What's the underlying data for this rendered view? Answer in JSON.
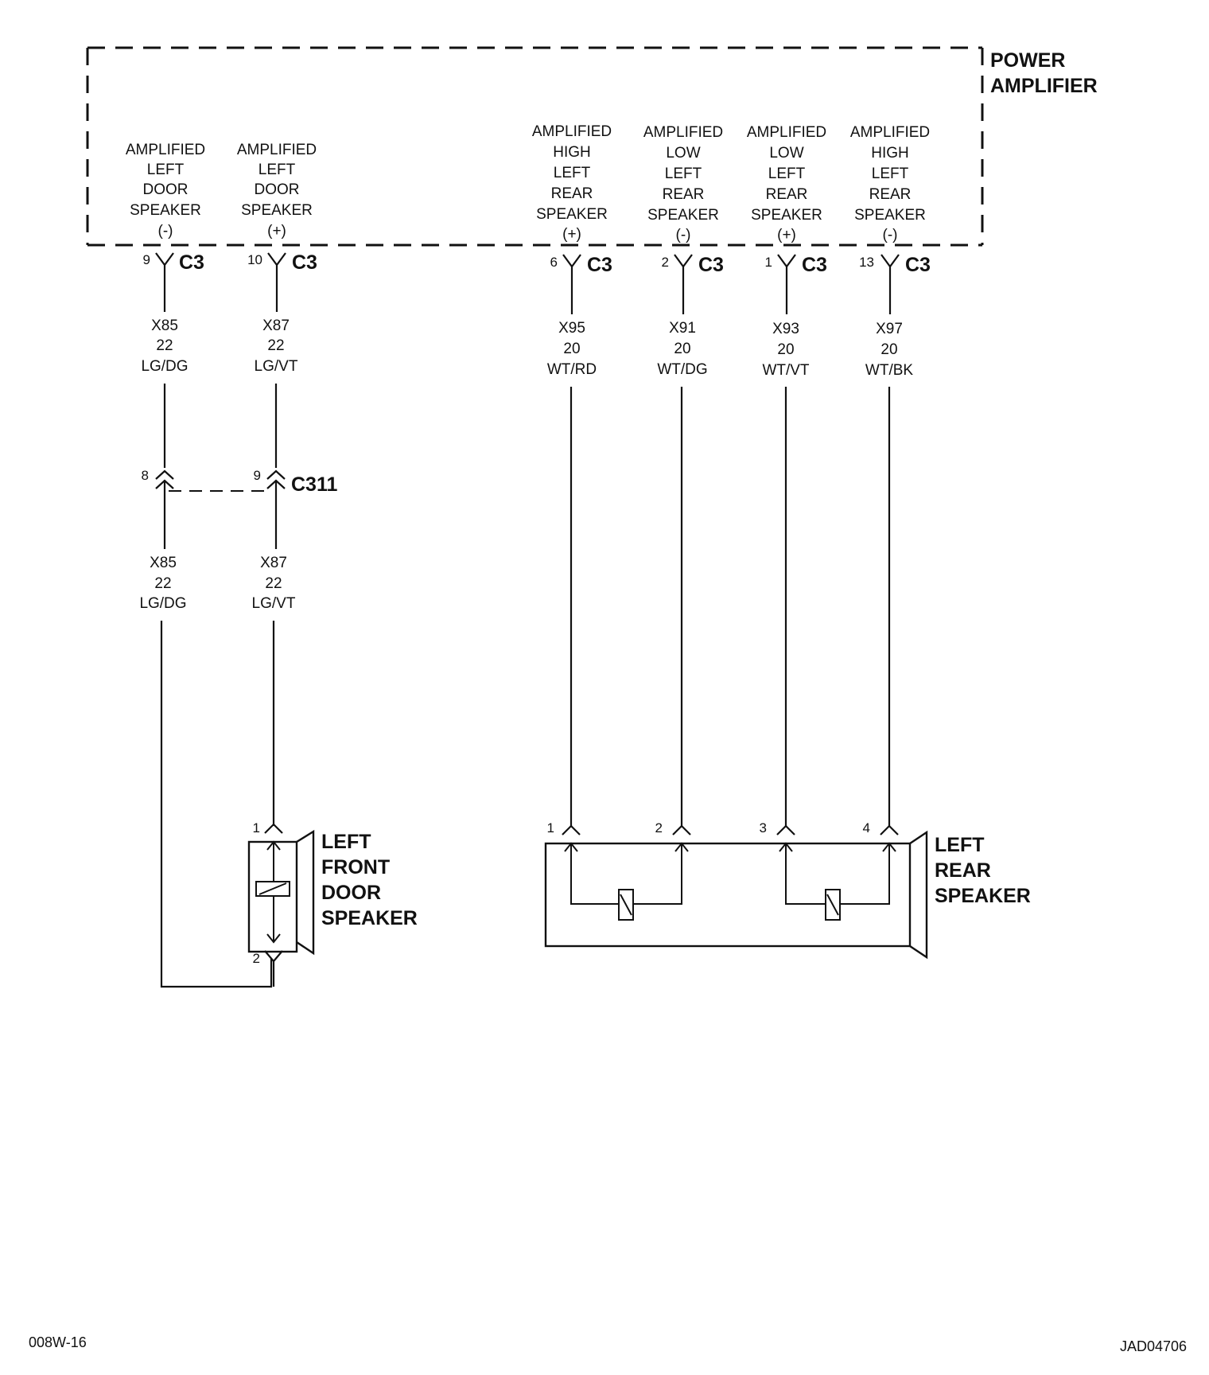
{
  "power_amplifier": {
    "title_line1": "POWER",
    "title_line2": "AMPLIFIER",
    "outputs": [
      {
        "lines": [
          "AMPLIFIED",
          "LEFT",
          "DOOR",
          "SPEAKER",
          "(-)"
        ],
        "pin": "9",
        "connector": "C3",
        "wire": {
          "circuit": "X85",
          "gauge": "22",
          "color": "LG/DG"
        }
      },
      {
        "lines": [
          "AMPLIFIED",
          "LEFT",
          "DOOR",
          "SPEAKER",
          "(+)"
        ],
        "pin": "10",
        "connector": "C3",
        "wire": {
          "circuit": "X87",
          "gauge": "22",
          "color": "LG/VT"
        }
      },
      {
        "lines": [
          "AMPLIFIED",
          "HIGH",
          "LEFT",
          "REAR",
          "SPEAKER",
          "(+)"
        ],
        "pin": "6",
        "connector": "C3",
        "wire": {
          "circuit": "X95",
          "gauge": "20",
          "color": "WT/RD"
        }
      },
      {
        "lines": [
          "AMPLIFIED",
          "LOW",
          "LEFT",
          "REAR",
          "SPEAKER",
          "(-)"
        ],
        "pin": "2",
        "connector": "C3",
        "wire": {
          "circuit": "X91",
          "gauge": "20",
          "color": "WT/DG"
        }
      },
      {
        "lines": [
          "AMPLIFIED",
          "LOW",
          "LEFT",
          "REAR",
          "SPEAKER",
          "(+)"
        ],
        "pin": "1",
        "connector": "C3",
        "wire": {
          "circuit": "X93",
          "gauge": "20",
          "color": "WT/VT"
        }
      },
      {
        "lines": [
          "AMPLIFIED",
          "HIGH",
          "LEFT",
          "REAR",
          "SPEAKER",
          "(-)"
        ],
        "pin": "13",
        "connector": "C3",
        "wire": {
          "circuit": "X97",
          "gauge": "20",
          "color": "WT/BK"
        }
      }
    ]
  },
  "inline_connector": {
    "name": "C311",
    "pin_a": "8",
    "pin_b": "9",
    "lower_wires": [
      {
        "circuit": "X85",
        "gauge": "22",
        "color": "LG/DG"
      },
      {
        "circuit": "X87",
        "gauge": "22",
        "color": "LG/VT"
      }
    ]
  },
  "front_speaker": {
    "label": [
      "LEFT",
      "FRONT",
      "DOOR",
      "SPEAKER"
    ],
    "pin_top": "1",
    "pin_bottom": "2"
  },
  "rear_speaker": {
    "label": [
      "LEFT",
      "REAR",
      "SPEAKER"
    ],
    "pins": [
      "1",
      "2",
      "3",
      "4"
    ]
  },
  "footer": {
    "left": "008W-16",
    "right": "JAD04706"
  }
}
